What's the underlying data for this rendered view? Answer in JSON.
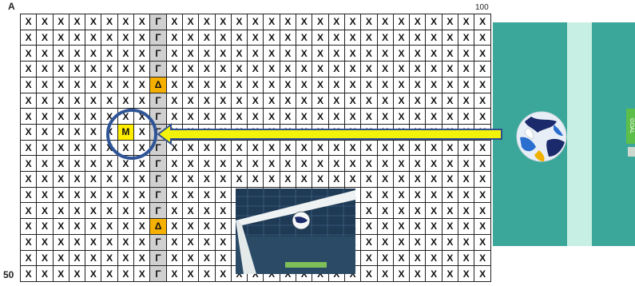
{
  "corners": {
    "top_left": "A",
    "top_right": "100",
    "bottom_left": "50"
  },
  "grid": {
    "rows": 17,
    "cols": 29,
    "fill_symbol": "X",
    "column_symbol": "Γ",
    "column_index": 8,
    "delta_symbol": "Δ",
    "delta_rows": [
      4,
      13
    ],
    "marker_symbol": "M",
    "marker_row": 7,
    "marker_col": 6
  },
  "colors": {
    "column_fill": "#d0d0d0",
    "delta_fill": "#f5b000",
    "marker_fill": "#ffee00",
    "circle_stroke": "#2f5597",
    "arrow_fill": "#f2f20a",
    "arrow_stroke": "#2f4f8f",
    "pitch": "#3ba79a",
    "goal_line": "#c7efe3"
  },
  "pitch": {
    "goal_tag": "GOAL"
  },
  "icons": {
    "ball": "football-icon",
    "inset_photo": "goal-net-photo"
  }
}
